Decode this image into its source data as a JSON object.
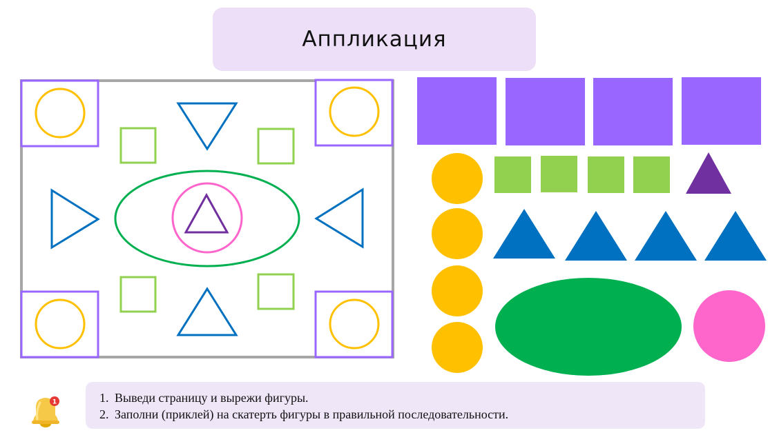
{
  "title": "Аппликация",
  "instructions": [
    "Выведи страницу и вырежи фигуры.",
    "Заполни (приклей) на скатерть фигуры в правильной последовательности."
  ],
  "notification": {
    "icon": "bell-icon",
    "badge_count": "1"
  },
  "colors": {
    "frame": "#a6a6a6",
    "corner_square": "#9966ff",
    "yellow": "#ffc000",
    "green_light": "#92d050",
    "green": "#00b050",
    "blue": "#0070c0",
    "purple_dark": "#7030a0",
    "pink": "#ff66cc",
    "title_bg": "#ecdff7",
    "instructions_bg": "#efe6f8"
  }
}
